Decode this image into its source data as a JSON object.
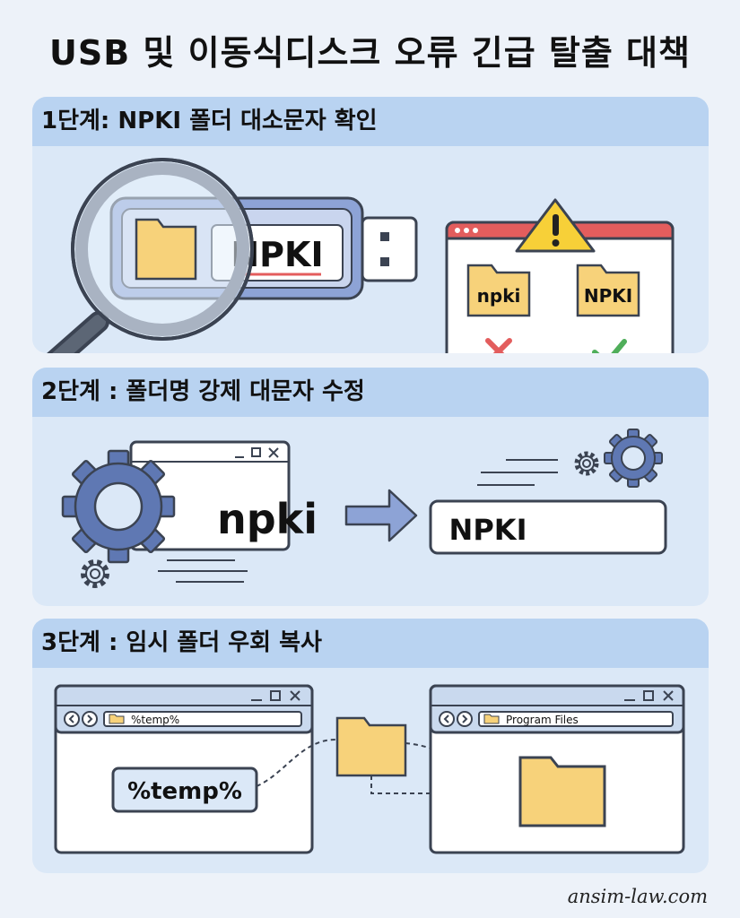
{
  "title": "USB 및 이동식디스크 오류 긴급 탈출 대책",
  "steps": [
    {
      "heading": "1단계: NPKI 폴더 대소문자 확인",
      "usb_label": "NPKI",
      "wrong_folder": "npki",
      "right_folder": "NPKI"
    },
    {
      "heading": "2단계 : 폴더명 강제 대문자 수정",
      "before_text": "npki",
      "after_text": "NPKI"
    },
    {
      "heading": "3단계 : 임시 폴더 우회 복사",
      "left_address": "%temp%",
      "left_box": "%temp%",
      "right_address": "Program Files"
    }
  ],
  "footer": "ansim-law.com",
  "colors": {
    "background": "#edf2f9",
    "card": "#dbe8f7",
    "card_header": "#b9d3f1",
    "folder": "#f7d27a",
    "usb_body": "#8da3d6",
    "error": "#e35d5d",
    "ok": "#4fae5a",
    "warning": "#f7d038"
  },
  "icons": [
    "magnifier-icon",
    "usb-drive-icon",
    "folder-icon",
    "warning-icon",
    "cross-icon",
    "check-icon",
    "gear-icon",
    "arrow-icon",
    "minimize-icon",
    "maximize-icon",
    "close-icon",
    "back-icon",
    "forward-icon"
  ]
}
